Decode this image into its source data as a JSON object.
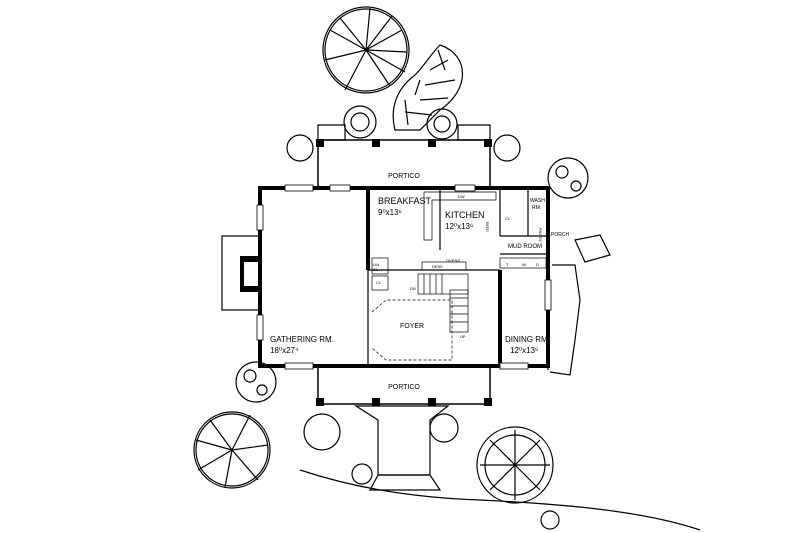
{
  "rooms": {
    "portico_rear": "PORTICO",
    "portico_front": "PORTICO",
    "breakfast": {
      "name": "BREAKFAST",
      "dims": "9⁰x13⁶"
    },
    "kitchen": {
      "name": "KITCHEN",
      "dims": "12⁰x13⁶"
    },
    "gathering": {
      "name": "GATHERING RM.",
      "dims": "18⁰x27⁴"
    },
    "foyer": "FOYER",
    "dining": {
      "name": "DINING RM.",
      "dims": "12⁰x13⁶"
    },
    "mud_room": "MUD ROOM",
    "wash_rm": {
      "line1": "WASH",
      "line2": "RM."
    },
    "porch": "PORCH"
  },
  "fixtures": {
    "pantry": "PANTRY",
    "desk": "DESK",
    "ovens": "OVENS",
    "dw": "DW",
    "refg": "REFG",
    "lin_cl": {
      "line1": "LIN",
      "line2": "CL"
    },
    "cl_1": "CL",
    "cl_2": "CL",
    "stair_dn": "DN",
    "stair_up": "UP",
    "washer": "W",
    "dryer": "D",
    "tub": "T"
  }
}
